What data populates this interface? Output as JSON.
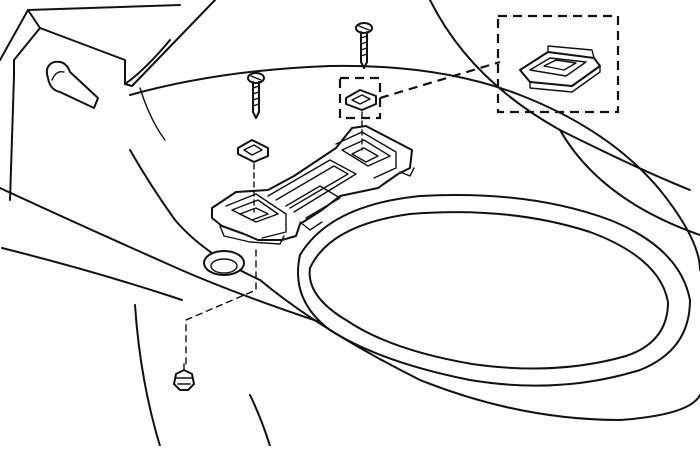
{
  "diagram": {
    "subject": "",
    "parts": [
      {
        "id": "toilet-tank",
        "icon": "toilet-tank"
      },
      {
        "id": "flush-lever",
        "icon": "lever-icon"
      },
      {
        "id": "toilet-bowl-rim",
        "icon": "bowl-icon"
      },
      {
        "id": "mounting-plate",
        "icon": "bracket-icon"
      },
      {
        "id": "mounting-screw-left",
        "icon": "screw-icon"
      },
      {
        "id": "mounting-screw-right",
        "icon": "screw-icon"
      },
      {
        "id": "slide-clip-left",
        "icon": "clip-icon"
      },
      {
        "id": "slide-clip-right",
        "icon": "clip-icon"
      },
      {
        "id": "bolt-hole",
        "icon": "hole-icon"
      },
      {
        "id": "wing-nut",
        "icon": "nut-icon"
      },
      {
        "id": "detail-callout",
        "icon": "zoom-detail-icon"
      }
    ],
    "line_color": "#111111",
    "background": "#ffffff"
  }
}
